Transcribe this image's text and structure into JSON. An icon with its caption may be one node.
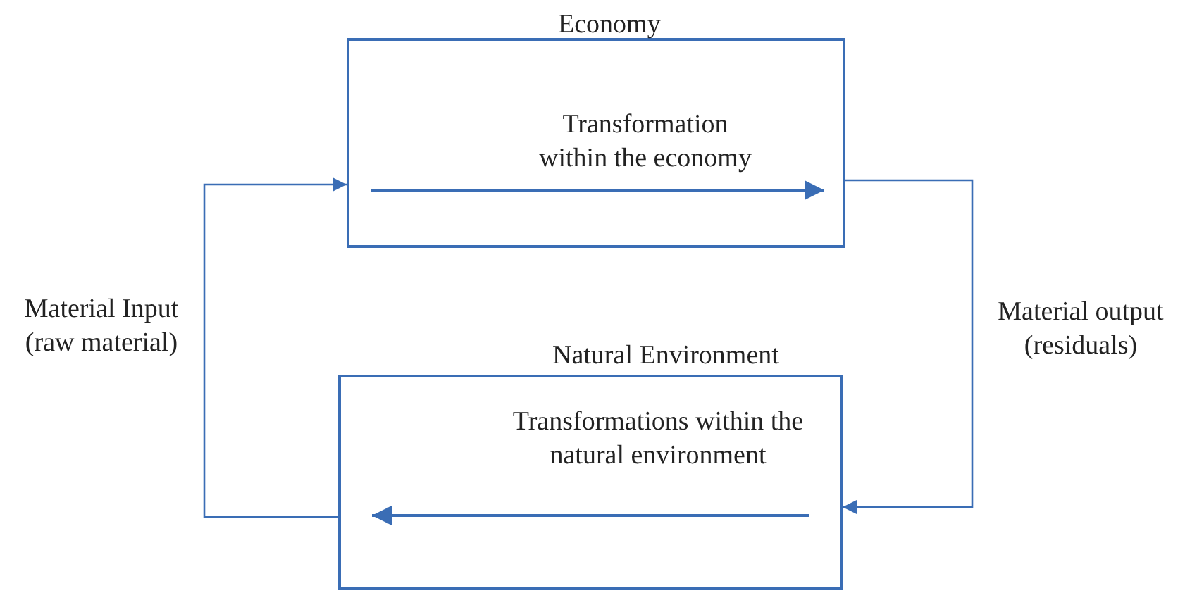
{
  "diagram": {
    "nodes": [
      {
        "text": [
          "Economy",
          "Transformation within the economy"
        ]
      },
      {
        "text": [
          "Natural Environment",
          "Transformations within the natural environment"
        ]
      }
    ],
    "edges": [
      {
        "from": 1,
        "to": 0,
        "arrow": "to",
        "label": "Material Input (raw material)"
      },
      {
        "from": 0,
        "to": 1,
        "arrow": "to",
        "label": "Material output (residuals)"
      }
    ]
  }
}
